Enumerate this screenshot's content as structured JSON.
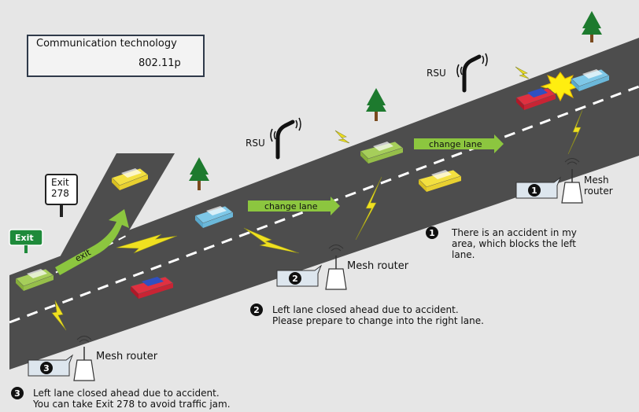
{
  "legend": {
    "title": "Communication technology",
    "value": "802.11p"
  },
  "exit_sign_text": "Exit\n278",
  "exit_badge": "Exit",
  "rsu_label": "RSU",
  "mesh_router_label": "Mesh router",
  "mesh_router_label_top": "Mesh\nrouter",
  "change_lane_label": "change lane",
  "exit_arrow_label": "exit",
  "badge_numbers": [
    "1",
    "2",
    "3"
  ],
  "notes": {
    "n1_num": "1",
    "n1_text": "There is an accident in my\narea, which blocks the left\nlane.",
    "n2_num": "2",
    "n2_text": "Left lane closed ahead due to accident.\nPlease prepare to change into the right lane.",
    "n3_num": "3",
    "n3_text": "Left lane closed ahead due to accident.\nYou can take Exit 278 to avoid traffic jam."
  },
  "colors": {
    "road": "#4d4d4d",
    "lane_mark": "#ffffff",
    "arrow_green": "#8cc63f",
    "lightning": "#f0e020",
    "tree": "#1d7a2e",
    "trunk": "#7a4a1e",
    "car_green": "#a6ce5a",
    "car_blue": "#7ec8e8",
    "car_red": "#e03040",
    "car_yellow": "#f3e040",
    "exit_green": "#1e8a3a"
  },
  "icons": [
    "lightning-bolt-icon",
    "rsu-antenna-icon",
    "mesh-router-icon",
    "tree-icon",
    "car-icon",
    "exit-sign-icon",
    "explosion-icon"
  ]
}
